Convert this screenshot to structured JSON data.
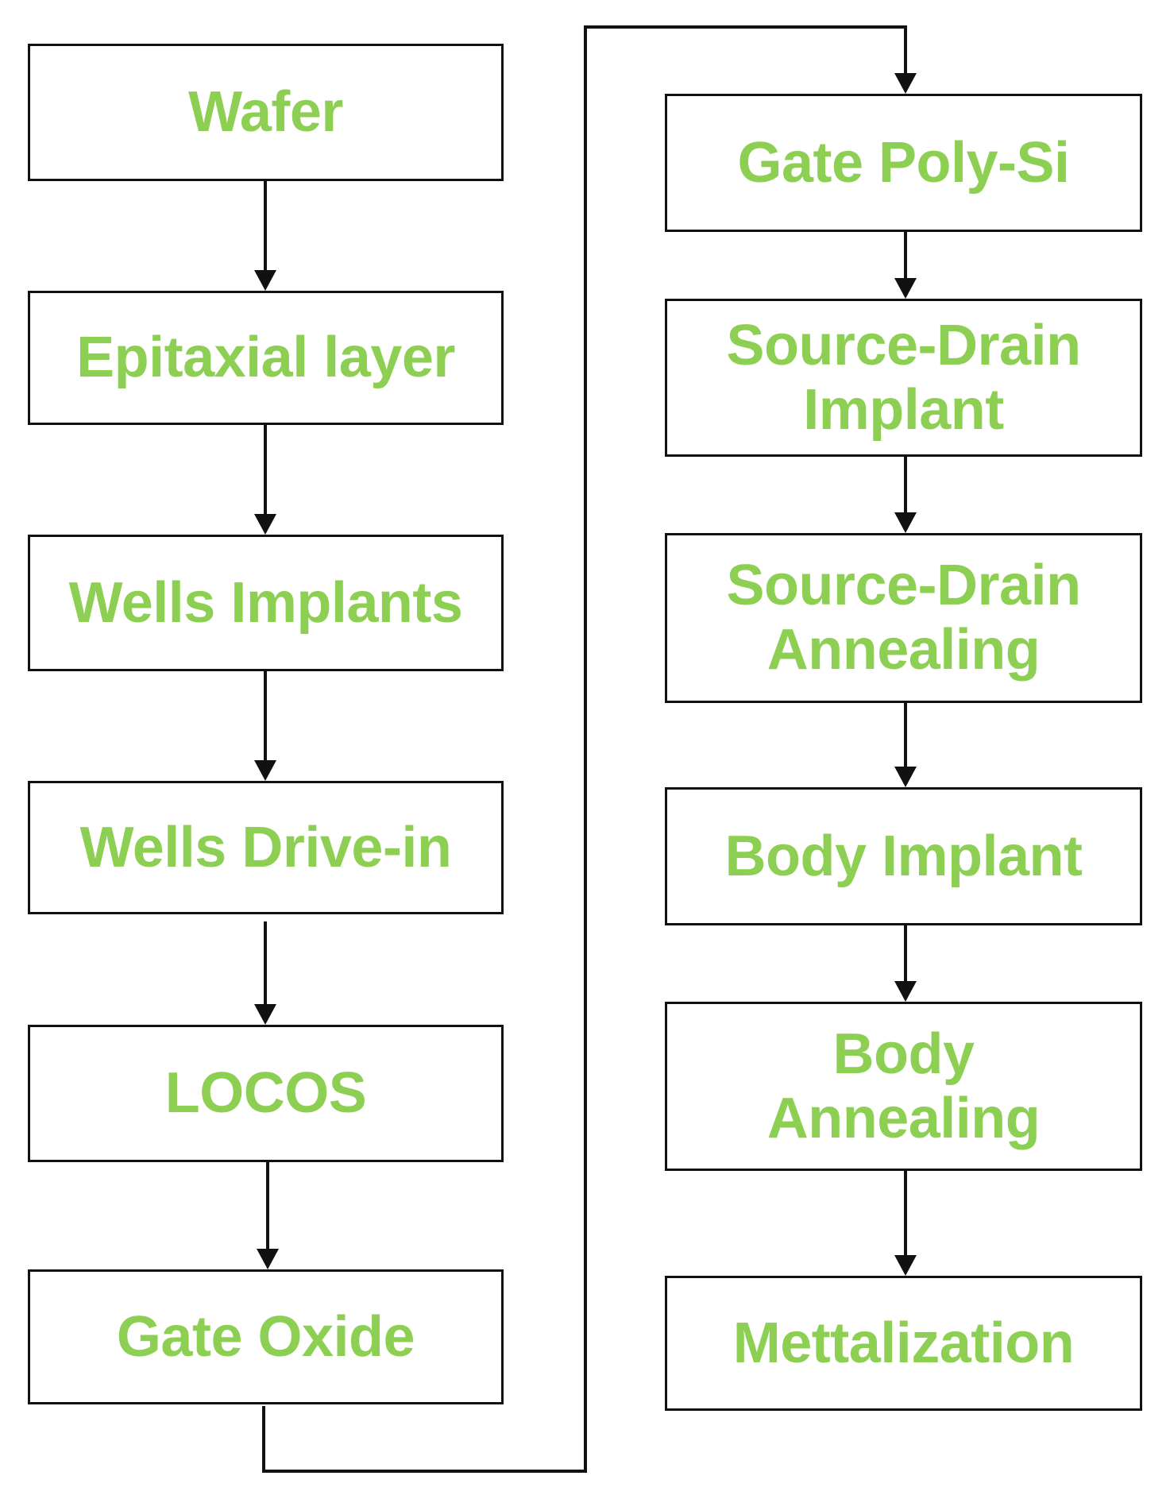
{
  "diagram": {
    "type": "process-flowchart",
    "colors": {
      "text": "#8ccf52",
      "border": "#111111",
      "background": "#ffffff"
    },
    "steps": [
      {
        "id": "wafer",
        "label": "Wafer"
      },
      {
        "id": "epitaxial-layer",
        "label": "Epitaxial layer"
      },
      {
        "id": "wells-implants",
        "label": "Wells Implants"
      },
      {
        "id": "wells-drive-in",
        "label": "Wells Drive-in"
      },
      {
        "id": "locos",
        "label": "LOCOS"
      },
      {
        "id": "gate-oxide",
        "label": "Gate Oxide"
      },
      {
        "id": "gate-poly-si",
        "label": "Gate Poly-Si"
      },
      {
        "id": "source-drain-implant",
        "label_lines": [
          "Source-Drain",
          "Implant"
        ]
      },
      {
        "id": "source-drain-annealing",
        "label_lines": [
          "Source-Drain",
          "Annealing"
        ]
      },
      {
        "id": "body-implant",
        "label": "Body Implant"
      },
      {
        "id": "body-annealing",
        "label_lines": [
          "Body",
          "Annealing"
        ]
      },
      {
        "id": "mettalization",
        "label": "Mettalization"
      }
    ],
    "flow": [
      [
        "wafer",
        "epitaxial-layer"
      ],
      [
        "epitaxial-layer",
        "wells-implants"
      ],
      [
        "wells-implants",
        "wells-drive-in"
      ],
      [
        "wells-drive-in",
        "locos"
      ],
      [
        "locos",
        "gate-oxide"
      ],
      [
        "gate-oxide",
        "gate-poly-si"
      ],
      [
        "gate-poly-si",
        "source-drain-implant"
      ],
      [
        "source-drain-implant",
        "source-drain-annealing"
      ],
      [
        "source-drain-annealing",
        "body-implant"
      ],
      [
        "body-implant",
        "body-annealing"
      ],
      [
        "body-annealing",
        "mettalization"
      ]
    ]
  }
}
